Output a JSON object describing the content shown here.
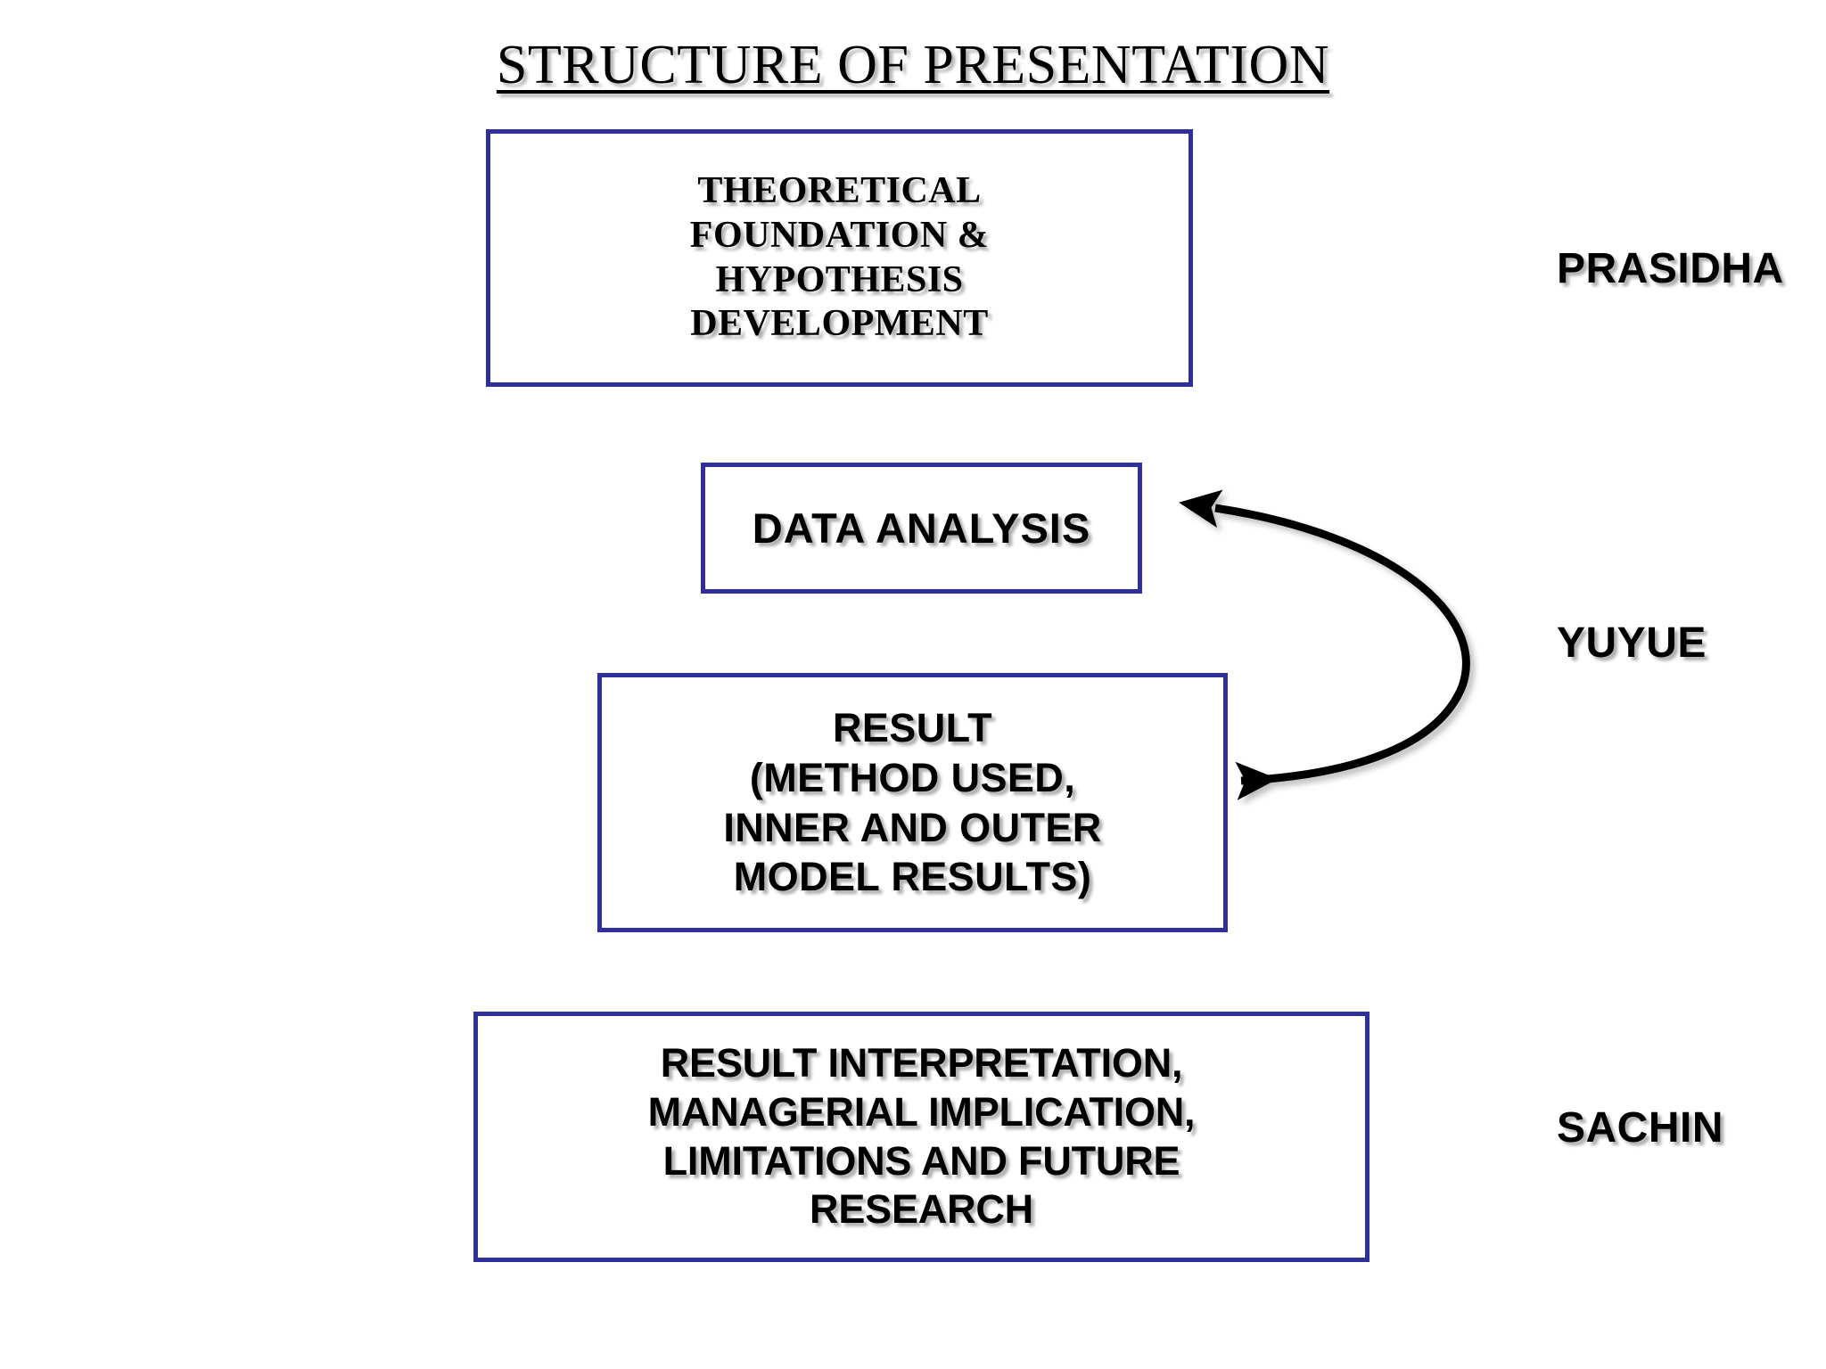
{
  "slide": {
    "title": "STRUCTURE OF PRESENTATION",
    "background_color": "#FFFFFF",
    "box_border_color": "#2F2F9C",
    "text_color": "#000000",
    "arrow_color": "#000000"
  },
  "flow": {
    "nodes": [
      {
        "id": "theoretical-foundation",
        "label": "THEORETICAL\nFOUNDATION &\nHYPOTHESIS\nDEVELOPMENT"
      },
      {
        "id": "data-analysis",
        "label": "DATA ANALYSIS"
      },
      {
        "id": "result",
        "label": "RESULT\n(METHOD USED,\nINNER AND OUTER\nMODEL RESULTS)"
      },
      {
        "id": "result-interpretation",
        "label": "RESULT INTERPRETATION,\nMANAGERIAL IMPLICATION,\nLIMITATIONS AND FUTURE\nRESEARCH"
      }
    ],
    "connectors": [
      {
        "id": "arrow-theory-to-data",
        "kind": "straight-down-arrow"
      },
      {
        "id": "arrow-data-to-result",
        "kind": "straight-down-arrow"
      },
      {
        "id": "arrow-result-to-interpretation",
        "kind": "straight-down-arrow"
      },
      {
        "id": "arrow-data-result-bidirectional",
        "kind": "curved-double-headed-arrow"
      }
    ]
  },
  "presenters": [
    {
      "id": "presenter-prasidha",
      "name": "PRASIDHA"
    },
    {
      "id": "presenter-yuyue",
      "name": "YUYUE"
    },
    {
      "id": "presenter-sachin",
      "name": "SACHIN"
    }
  ]
}
